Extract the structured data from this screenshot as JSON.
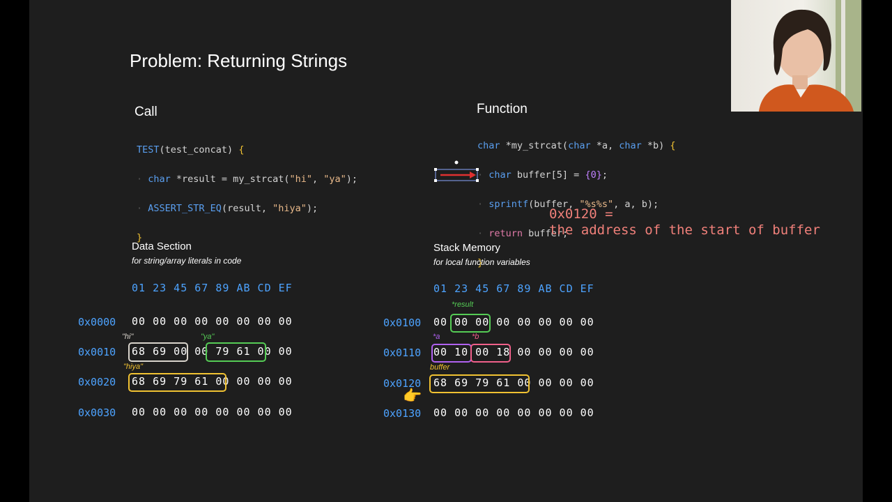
{
  "title": "Problem:  Returning Strings",
  "call": {
    "heading": "Call",
    "line1_kw": "TEST",
    "line1_rest": "(test_concat) ",
    "brace_open": "{",
    "line2_kw": "char",
    "line2_rest": " *result = my_strcat(",
    "line2_s1": "\"hi\"",
    "line2_comma": ", ",
    "line2_s2": "\"ya\"",
    "line2_end": ");",
    "line3_kw": "ASSERT_STR_EQ",
    "line3_rest": "(result, ",
    "line3_s": "\"hiya\"",
    "line3_end": ");",
    "brace_close": "}"
  },
  "function": {
    "heading": "Function",
    "l1_kw": "char",
    "l1_a": " *my_strcat(",
    "l1_kw2": "char",
    "l1_b": " *a, ",
    "l1_kw3": "char",
    "l1_c": " *b) ",
    "l1_brace": "{",
    "l2_kw": "char",
    "l2_a": " buffer[5] = ",
    "l2_init": "{0}",
    "l2_end": ";",
    "l3_kw": "sprintf",
    "l3_a": "(buffer, ",
    "l3_fmt": "\"%s%s\"",
    "l3_b": ", a, b);",
    "l4_kw": "return",
    "l4_a": " buffer;",
    "brace_close": "}"
  },
  "note": {
    "line1": "0x0120 =",
    "line2": "the address of the start of buffer"
  },
  "data_section": {
    "title": "Data Section",
    "subtitle": "for string/array literals in code",
    "header": "01 23 45 67 89 AB CD EF",
    "rows": [
      {
        "addr": "0x0000",
        "bytes": "00 00 00 00 00 00 00 00"
      },
      {
        "addr": "0x0010",
        "bytes": "68 69 00 00 79 61 00 00"
      },
      {
        "addr": "0x0020",
        "bytes": "68 69 79 61 00 00 00 00"
      },
      {
        "addr": "0x0030",
        "bytes": "00 00 00 00 00 00 00 00"
      }
    ],
    "labels": {
      "hi": "\"hi\"",
      "ya": "\"ya\"",
      "hiya": "\"hiya\""
    }
  },
  "stack": {
    "title": "Stack Memory",
    "subtitle": "for local function variables",
    "header": "01 23 45 67 89 AB CD EF",
    "rows": [
      {
        "addr": "0x0100",
        "bytes": "00 00 00 00 00 00 00 00"
      },
      {
        "addr": "0x0110",
        "bytes": "00 10 00 18 00 00 00 00"
      },
      {
        "addr": "0x0120",
        "bytes": "68 69 79 61 00 00 00 00"
      },
      {
        "addr": "0x0130",
        "bytes": "00 00 00 00 00 00 00 00"
      }
    ],
    "labels": {
      "result": "*result",
      "a": "*a",
      "b": "*b",
      "buffer": "buffer"
    },
    "pointer_emoji": "👉"
  },
  "colors": {
    "white_box": "#d9d4cc",
    "green_box": "#55cc55",
    "yellow_box": "#f1c232",
    "purple_box": "#b061f0",
    "pink_box": "#f0608a",
    "arrow": "#e03030"
  }
}
